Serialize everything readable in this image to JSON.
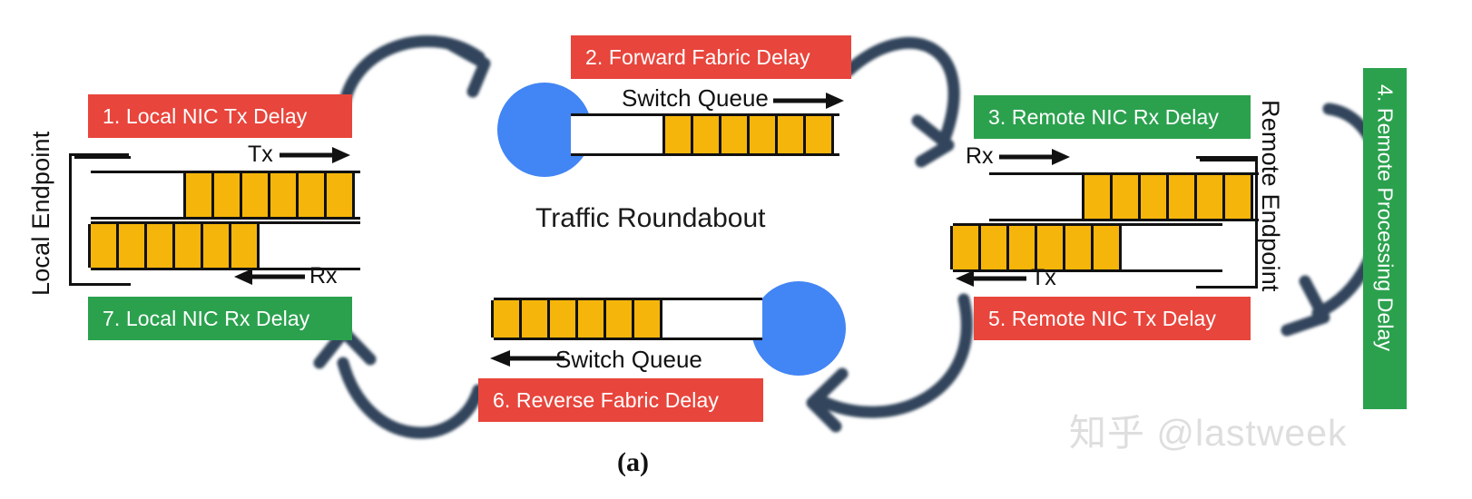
{
  "figure": {
    "caption": "(a)",
    "center_title": "Traffic Roundabout",
    "watermark": "知乎 @lastweek"
  },
  "colors": {
    "red": "#e8453c",
    "green": "#2ba14e",
    "orange": "#f5b50a",
    "blue": "#4285f4",
    "arrow": "#33455c",
    "line": "#111111",
    "watermark": "#dedede"
  },
  "endpoints": {
    "local": {
      "label": "Local Endpoint"
    },
    "remote": {
      "label": "Remote Endpoint"
    }
  },
  "delay_boxes": [
    {
      "id": 1,
      "label": "1. Local NIC Tx Delay",
      "color": "red",
      "orientation": "horizontal"
    },
    {
      "id": 2,
      "label": "2. Forward Fabric Delay",
      "color": "red",
      "orientation": "horizontal"
    },
    {
      "id": 3,
      "label": "3. Remote NIC Rx Delay",
      "color": "green",
      "orientation": "horizontal"
    },
    {
      "id": 4,
      "label": "4. Remote Processing Delay",
      "color": "green",
      "orientation": "vertical"
    },
    {
      "id": 5,
      "label": "5. Remote NIC Tx Delay",
      "color": "red",
      "orientation": "horizontal"
    },
    {
      "id": 6,
      "label": "6. Reverse Fabric Delay",
      "color": "red",
      "orientation": "horizontal"
    },
    {
      "id": 7,
      "label": "7. Local NIC Rx Delay",
      "color": "green",
      "orientation": "horizontal"
    }
  ],
  "queues": {
    "local_tx": {
      "direction_label": "Tx",
      "direction": "right",
      "cells": 6,
      "filled_side": "right"
    },
    "local_rx": {
      "direction_label": "Rx",
      "direction": "left",
      "cells": 6,
      "filled_side": "left"
    },
    "forward_fabric": {
      "direction_label": "Switch Queue",
      "direction": "right",
      "cells": 6,
      "filled_side": "right"
    },
    "reverse_fabric": {
      "direction_label": "Switch Queue",
      "direction": "left",
      "cells": 6,
      "filled_side": "left"
    },
    "remote_rx": {
      "direction_label": "Rx",
      "direction": "right",
      "cells": 6,
      "filled_side": "right"
    },
    "remote_tx": {
      "direction_label": "Tx",
      "direction": "left",
      "cells": 6,
      "filled_side": "left"
    }
  },
  "switches": [
    {
      "id": "forward-switch",
      "position": "top-center-left"
    },
    {
      "id": "reverse-switch",
      "position": "bottom-center-right"
    }
  ],
  "flow_arrows": [
    {
      "id": "arrow-local-to-forward-switch",
      "from": "local-endpoint",
      "to": "forward-switch"
    },
    {
      "id": "arrow-forward-switch-to-remote",
      "from": "forward-switch",
      "to": "remote-endpoint"
    },
    {
      "id": "arrow-remote-processing",
      "from": "remote-rx",
      "to": "remote-tx"
    },
    {
      "id": "arrow-remote-to-reverse-switch",
      "from": "remote-endpoint",
      "to": "reverse-switch"
    },
    {
      "id": "arrow-reverse-switch-to-local",
      "from": "reverse-switch",
      "to": "local-endpoint"
    }
  ]
}
